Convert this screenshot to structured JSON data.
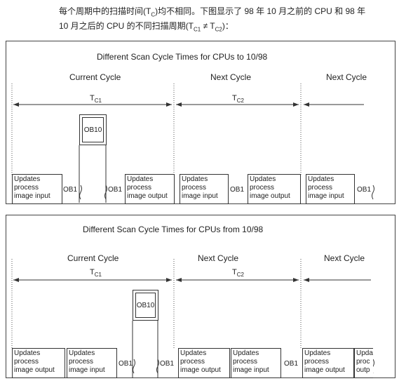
{
  "intro": {
    "line1_a": "每个周期中的扫描时间(T",
    "line1_sub": "C",
    "line1_b": ")均不相同。下图显示了 98 年 10 月之前的 CPU 和 98 年",
    "line2_a": "10 月之后的 CPU 的不同扫描周期(T",
    "line2_sub1": "C1",
    "line2_mid": " ≠ T",
    "line2_sub2": "C2",
    "line2_b": ")："
  },
  "panel1": {
    "title": "Different Scan Cycle Times for CPUs to 10/98",
    "current_cycle": "Current Cycle",
    "next_cycle_1": "Next Cycle",
    "next_cycle_2": "Next Cycle",
    "tc1": "T",
    "tc1_sub": "C1",
    "tc2": "T",
    "tc2_sub": "C2",
    "ob10": "OB10",
    "box_updates_input_1": "Updates\nprocess\nimage input",
    "ob1_a": "OB1",
    "ob1_b": "OB1",
    "box_updates_output_1": "Updates\nprocess\nimage output",
    "box_updates_input_2": "Updates\nprocess\nimage input",
    "ob1_c": "OB1",
    "box_updates_output_2": "Updates\nprocess\nimage output",
    "box_updates_input_3": "Updates\nprocess\nimage input",
    "ob1_d": "OB1"
  },
  "panel2": {
    "title": "Different Scan Cycle Times for CPUs from 10/98",
    "current_cycle": "Current Cycle",
    "next_cycle_1": "Next Cycle",
    "next_cycle_2": "Next Cycle",
    "tc1": "T",
    "tc1_sub": "C1",
    "tc2": "T",
    "tc2_sub": "C2",
    "ob10": "OB10",
    "box_updates_output_1": "Updates\nprocess\nimage output",
    "box_updates_input_1": "Updates\nprocess\nimage input",
    "ob1_a": "OB1",
    "ob1_b": "OB1",
    "box_updates_output_2": "Updates\nprocess\nimage output",
    "box_updates_input_2": "Updates\nprocess\nimage input",
    "ob1_c": "OB1",
    "box_updates_output_3": "Updates\nprocess\nimage output",
    "box_updates_partial": "Upda\nproc\noutp"
  }
}
